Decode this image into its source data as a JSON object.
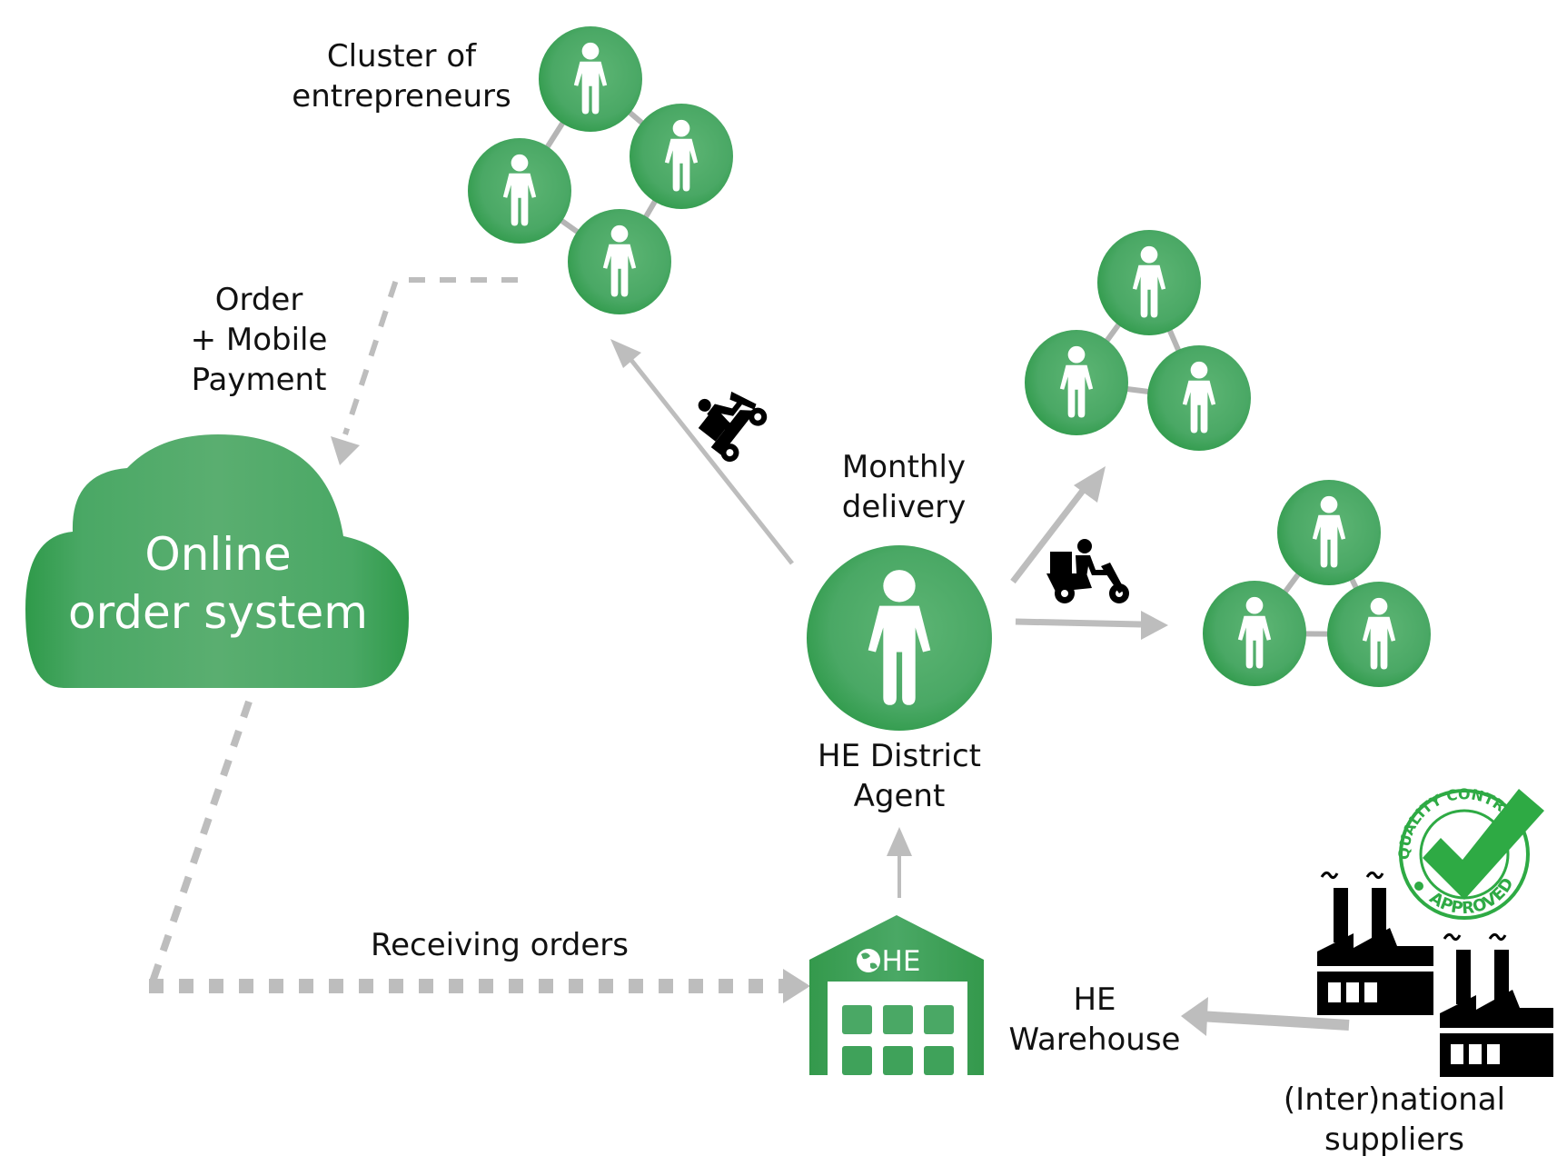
{
  "title": "Supply chain and delivery model",
  "colors": {
    "green_dark": "#2f9a4a",
    "green_light": "#5db574",
    "arrow_gray": "#bdbdbd",
    "link_gray": "#b5b5b5",
    "stamp_green": "#2eaa44",
    "icon_black": "#000000"
  },
  "labels": {
    "cluster": [
      "Cluster of",
      "entrepreneurs"
    ],
    "order_payment": [
      "Order",
      "+ Mobile",
      "Payment"
    ],
    "cloud": [
      "Online",
      "order system"
    ],
    "monthly_delivery": [
      "Monthly",
      "delivery"
    ],
    "district_agent": [
      "HE District",
      "Agent"
    ],
    "receiving_orders": "Receiving orders",
    "warehouse": [
      "HE",
      "Warehouse"
    ],
    "suppliers": [
      "(Inter)national",
      "suppliers"
    ],
    "warehouse_sign": "HE"
  },
  "stamp": {
    "top_text": "QUALITY CONTROL",
    "bottom_text": "APPROVED"
  },
  "nodes": {
    "cluster_main_members": 4,
    "cluster_b_members": 3,
    "cluster_c_members": 3
  }
}
